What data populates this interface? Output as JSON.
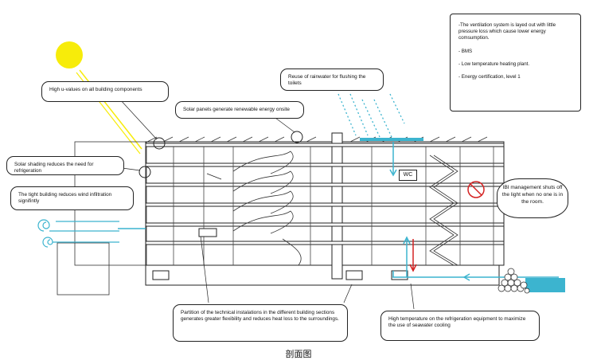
{
  "callouts": {
    "u_values": "High u-values on all building components",
    "solar_panels": "Solar panels generate renewable energy onsite",
    "rainwater": "Reuse of rainwater for flushing the toilets",
    "solar_shading": "Solar shading reduces the need for refrigeration",
    "tight_building": "The tight building reduces wind infiltration signifintly",
    "partition": "Partition of the technical instalations in the different building sections generates greater flexibility and reduces heat loss to the surroundings.",
    "high_temperature": "High temperature on the refrigeration equipment to maximize the use of seawater cooling"
  },
  "notes": [
    "-The ventilation system is layed out with little pressure loss which cause lower energy comsumption.",
    "- BMS",
    "- Low temperature heating plant.",
    "- Energy certification, level 1"
  ],
  "ibi_text": "IBI management shuts off the light when no one is in the room.",
  "wc_label": "WC",
  "caption": "剖面图",
  "colors": {
    "sun": "#f7ec0a",
    "water": "#3cb4cf",
    "heating": "#d42222",
    "line": "#222222"
  },
  "icons": [
    "sun-icon",
    "wind-icon",
    "no-light-icon",
    "water-flow-arrows",
    "stairs-icon",
    "seawater-rocks"
  ]
}
